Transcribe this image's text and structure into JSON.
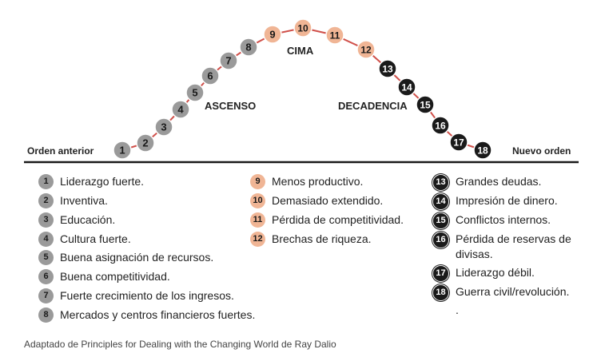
{
  "labels": {
    "ascenso": "ASCENSO",
    "cima": "CIMA",
    "decadencia": "DECADENCIA",
    "orden_anterior": "Orden anterior",
    "nuevo_orden": "Nuevo orden"
  },
  "colors": {
    "grey": "#9a9a9a",
    "peach": "#f0b595",
    "black": "#1a1a1a",
    "curve": "#d0504a"
  },
  "stages": [
    {
      "n": "1",
      "group": "grey",
      "text": "Liderazgo fuerte."
    },
    {
      "n": "2",
      "group": "grey",
      "text": "Inventiva."
    },
    {
      "n": "3",
      "group": "grey",
      "text": "Educación."
    },
    {
      "n": "4",
      "group": "grey",
      "text": "Cultura fuerte."
    },
    {
      "n": "5",
      "group": "grey",
      "text": "Buena asignación de recursos."
    },
    {
      "n": "6",
      "group": "grey",
      "text": "Buena competitividad."
    },
    {
      "n": "7",
      "group": "grey",
      "text": "Fuerte crecimiento de los ingresos."
    },
    {
      "n": "8",
      "group": "grey",
      "text": "Mercados y centros financieros fuertes."
    },
    {
      "n": "9",
      "group": "peach",
      "text": "Menos productivo."
    },
    {
      "n": "10",
      "group": "peach",
      "text": "Demasiado extendido."
    },
    {
      "n": "11",
      "group": "peach",
      "text": "Pérdida de competitividad."
    },
    {
      "n": "12",
      "group": "peach",
      "text": "Brechas de riqueza."
    },
    {
      "n": "13",
      "group": "black",
      "text": "Grandes deudas."
    },
    {
      "n": "14",
      "group": "black",
      "text": "Impresión de dinero."
    },
    {
      "n": "15",
      "group": "black",
      "text": "Conflictos internos."
    },
    {
      "n": "16",
      "group": "black",
      "text": "Pérdida de reservas de divisas."
    },
    {
      "n": "17",
      "group": "black",
      "text": "Liderazgo débil."
    },
    {
      "n": "18",
      "group": "black",
      "text": "Guerra civil/revolución."
    }
  ],
  "trailing_dot": ".",
  "footer": "Adaptado de Principles for Dealing with the Changing World de Ray Dalio"
}
